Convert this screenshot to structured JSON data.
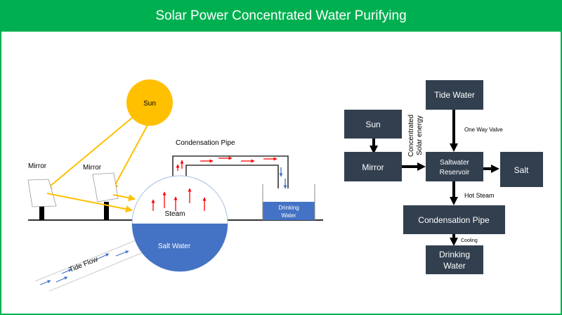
{
  "title": "Solar Power Concentrated Water Purifying",
  "colors": {
    "header": "#00b050",
    "sun": "#ffc000",
    "water": "#4472c4",
    "box": "#323f4f",
    "steam_arrow": "#ff0000"
  },
  "illustration": {
    "sun_label": "Sun",
    "mirror1_label": "Mirror",
    "mirror2_label": "Mirror",
    "condensation_pipe_label": "Condensation Pipe",
    "steam_label": "Steam",
    "salt_water_label": "Salt Water",
    "drinking_water_line1": "Drinking",
    "drinking_water_line2": "Water",
    "tide_flow_label": "Tide Flow"
  },
  "flowchart": {
    "nodes": {
      "sun": "Sun",
      "mirror": "Mirror",
      "tide_water": "Tide Water",
      "reservoir_line1": "Saltwater",
      "reservoir_line2": "Reservoir",
      "salt": "Salt",
      "condensation_pipe": "Condensation Pipe",
      "drinking_line1": "Drinking",
      "drinking_line2": "Water"
    },
    "edge_labels": {
      "concentrated_line1": "Concentrated",
      "concentrated_line2": "Solar energy",
      "one_way_valve": "One Way Valve",
      "hot_steam": "Hot Steam",
      "cooling": "Cooling"
    }
  }
}
